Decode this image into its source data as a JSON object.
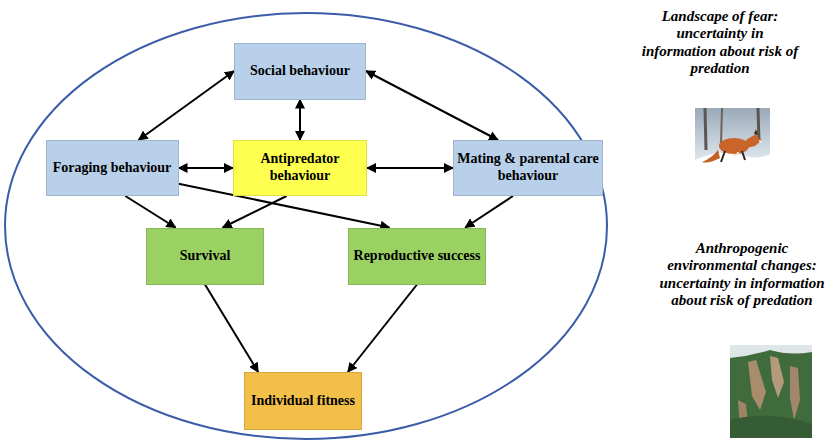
{
  "diagram": {
    "nodes": [
      {
        "text": [
          "Social behaviour"
        ]
      },
      {
        "text": [
          "Foraging behaviour"
        ]
      },
      {
        "text": [
          "Antipredator behaviour"
        ]
      },
      {
        "text": [
          "Mating & parental care behaviour"
        ]
      },
      {
        "text": [
          "Survival"
        ]
      },
      {
        "text": [
          "Reproductive success"
        ]
      },
      {
        "text": [
          "Individual fitness"
        ]
      }
    ],
    "edges": [
      {
        "from": 0,
        "to": 1,
        "arrow": "both"
      },
      {
        "from": 0,
        "to": 2,
        "arrow": "both"
      },
      {
        "from": 0,
        "to": 3,
        "arrow": "both"
      },
      {
        "from": 1,
        "to": 2,
        "arrow": "both"
      },
      {
        "from": 2,
        "to": 3,
        "arrow": "both"
      },
      {
        "from": 1,
        "to": 4,
        "arrow": "to"
      },
      {
        "from": 1,
        "to": 5,
        "arrow": "to"
      },
      {
        "from": 2,
        "to": 4,
        "arrow": "to"
      },
      {
        "from": 3,
        "to": 5,
        "arrow": "to"
      },
      {
        "from": 4,
        "to": 6,
        "arrow": "to"
      },
      {
        "from": 5,
        "to": 6,
        "arrow": "to"
      }
    ],
    "labels": [
      "Landscape of fear: uncertainty in information about risk of predation",
      "Anthropogenic environmental changes: uncertainty in information about risk of predation"
    ]
  }
}
